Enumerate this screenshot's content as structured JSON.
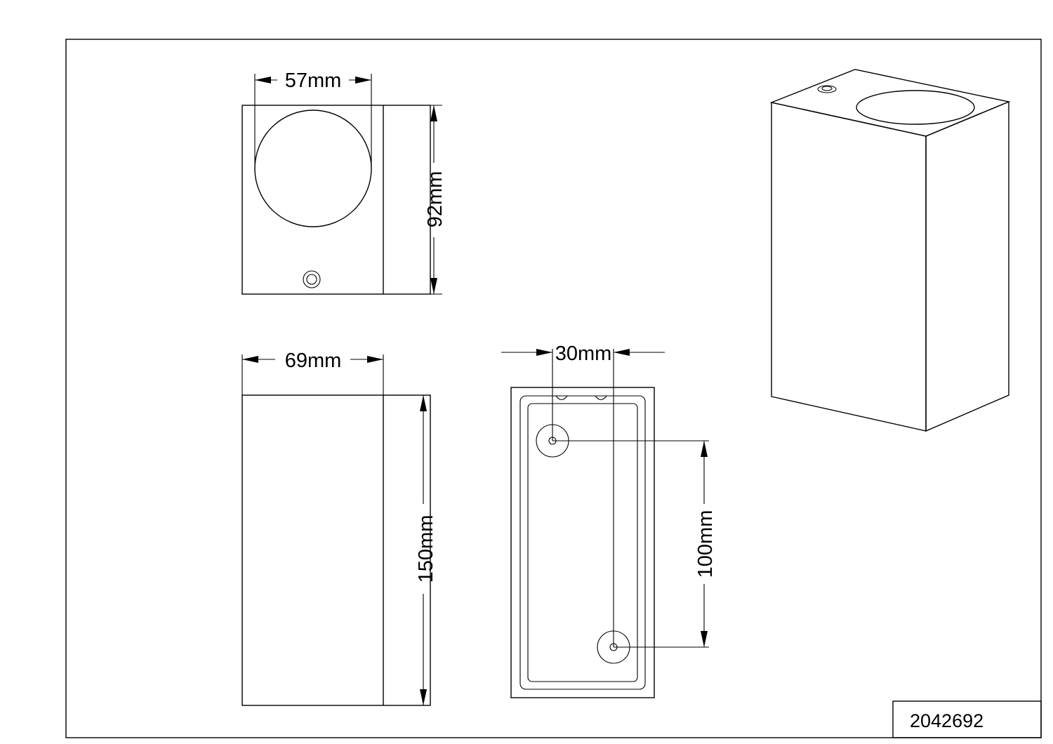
{
  "dimensions": {
    "top_width": "57mm",
    "top_height": "92mm",
    "side_width": "69mm",
    "side_height": "150mm",
    "back_hole_offset": "30mm",
    "back_hole_spacing": "100mm"
  },
  "title_block": {
    "product_number": "2042692"
  }
}
